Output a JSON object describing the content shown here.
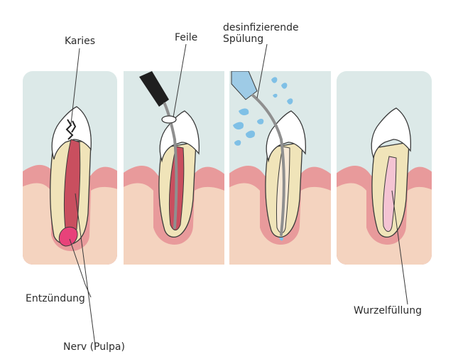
{
  "labels": {
    "karies": "Karies",
    "feile": "Feile",
    "spuelung_line1": "desinfizierende",
    "spuelung_line2": "Spülung",
    "entzuendung": "Entzündung",
    "nerv": "Nerv (Pulpa)",
    "wurzelfuellung": "Wurzelfüllung"
  },
  "colors": {
    "background_panel": "#dce9e8",
    "gum_outer": "#e89a9b",
    "gum_inner": "#f4d3bf",
    "tooth_root": "#f0e4b9",
    "enamel": "#ffffff",
    "pulp": "#c94f5f",
    "inflammation": "#e8427a",
    "filling": "#f4c4d3",
    "file_tool": "#8f8f8f",
    "file_handle": "#1f1f1f",
    "rinse_tool": "#9ecbe6",
    "water": "#7fc0e6",
    "outline": "#3a3a3a"
  }
}
